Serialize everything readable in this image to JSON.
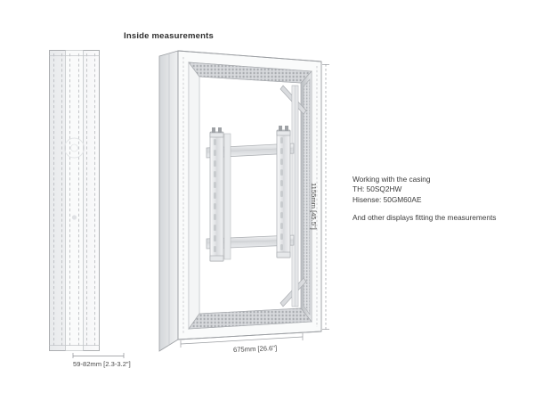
{
  "page": {
    "background": "#ffffff",
    "title": "Inside measurements"
  },
  "notes": {
    "line1": "Working with the casing",
    "line2": "TH: 50SQ2HW",
    "line3": "Hisense: 50GM60AE",
    "line4": "And other displays fitting the measurements"
  },
  "dimensions": {
    "depth": "59-82mm [2.3-3.2\"]",
    "width": "675mm [26.6\"]",
    "height": "1155mm [45.5\"]"
  },
  "colors": {
    "line": "#9a9da1",
    "line_light": "#c3c6ca",
    "face_light": "#f2f3f4",
    "face_mid": "#e2e4e6",
    "face_dark": "#c9ccd0",
    "face_shadow": "#b4b8bc",
    "metal": "#dcdee1",
    "metal_dark": "#b9bcc0",
    "text": "#3a3a3a"
  },
  "views": {
    "side_view": "side-profile-view",
    "iso_view": "isometric-casing-view"
  }
}
